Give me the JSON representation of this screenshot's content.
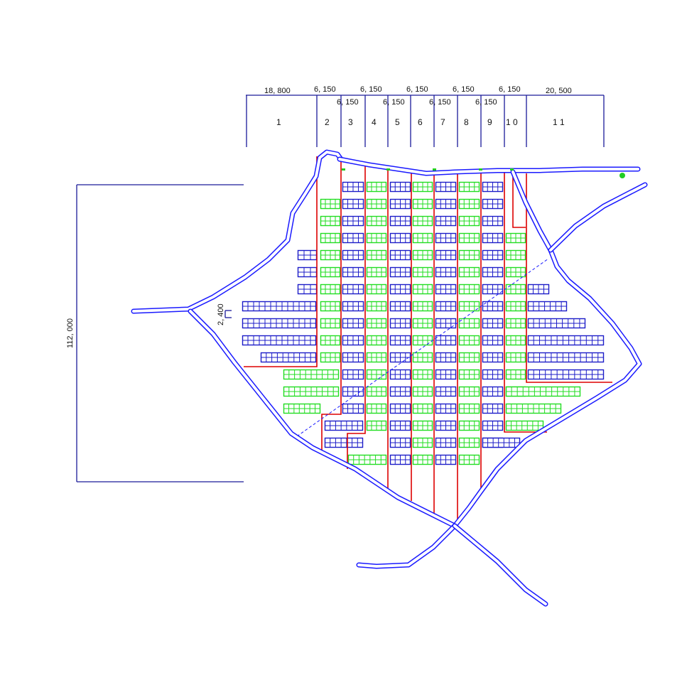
{
  "colors": {
    "road": "#1a1aff",
    "dimension": "#1a1a99",
    "block_a": "#1c1cc8",
    "block_b": "#22dd22",
    "boundary": "#dd0000",
    "marker": "#22cc22"
  },
  "top_dimensions_row1": [
    "18, 800",
    "6, 150",
    "6, 150",
    "6, 150",
    "6, 150",
    "6, 150",
    "20, 500"
  ],
  "top_dimensions_row2": [
    "6, 150",
    "6, 150",
    "6, 150",
    "6, 150"
  ],
  "column_numbers": [
    "1",
    "2",
    "3",
    "4",
    "5",
    "6",
    "7",
    "8",
    "9",
    "1 0",
    "1 1"
  ],
  "height_dimension": "112, 000",
  "small_dimension": "2, 400"
}
